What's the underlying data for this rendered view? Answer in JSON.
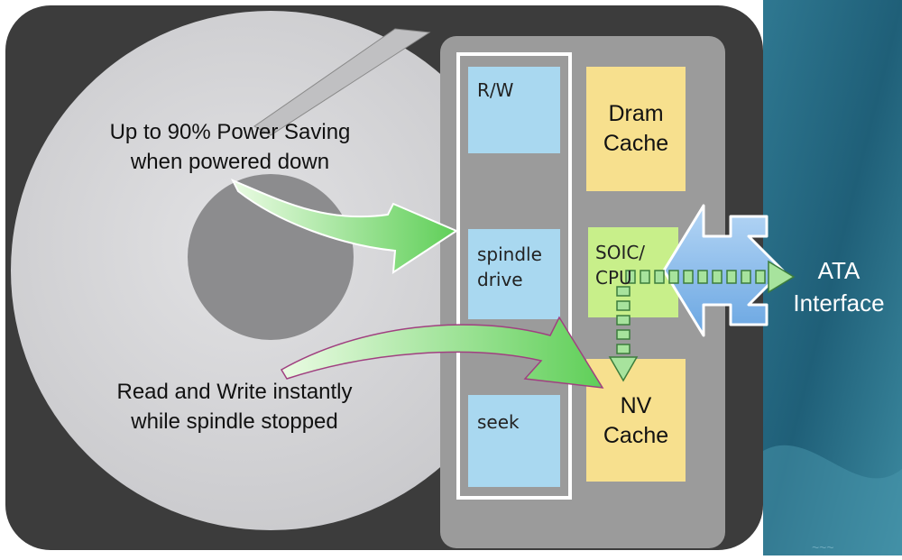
{
  "diagram": {
    "annotations": {
      "power_saving_line1": "Up to 90% Power Saving",
      "power_saving_line2": "when powered down",
      "read_write_line1": "Read and Write instantly",
      "read_write_line2": "while spindle stopped"
    },
    "controller_column": {
      "rw_label": "R/W",
      "spindle_line1": "spindle",
      "spindle_line2": "drive",
      "seek_label": "seek"
    },
    "cache_column": {
      "dram_line1": "Dram",
      "dram_line2": "Cache",
      "soic_line1": "SOIC/",
      "soic_line2": "CPU",
      "nv_line1": "NV",
      "nv_line2": "Cache"
    },
    "interface": {
      "line1": "ATA",
      "line2": "Interface"
    },
    "colors": {
      "drive_case": "#3d3d3d",
      "platter": "#d6d6d8",
      "board": "#9a9a9a",
      "chip_blue": "#a9d8f0",
      "cache_yellow": "#f7e08e",
      "soic_green": "#c8ef8a",
      "arrow_green": "#72d86b",
      "connector_blue": "#7fb6ea",
      "background_teal": "#2b6f88"
    }
  }
}
